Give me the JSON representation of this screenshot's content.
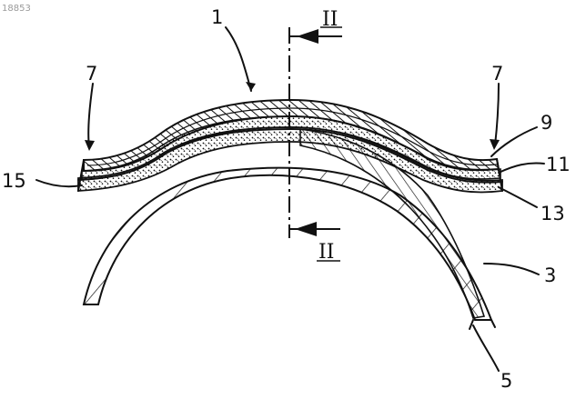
{
  "figure": {
    "ref_number": "18853",
    "labels": {
      "item_1": "1",
      "item_3": "3",
      "item_5": "5",
      "item_7_left": "7",
      "item_7_right": "7",
      "item_9": "9",
      "item_11": "11",
      "item_13": "13",
      "item_15": "15",
      "section_top": "II",
      "section_bottom": "II"
    }
  },
  "colors": {
    "ink": "#111111",
    "paper": "#ffffff",
    "ref_gray": "#9a9a9a"
  }
}
